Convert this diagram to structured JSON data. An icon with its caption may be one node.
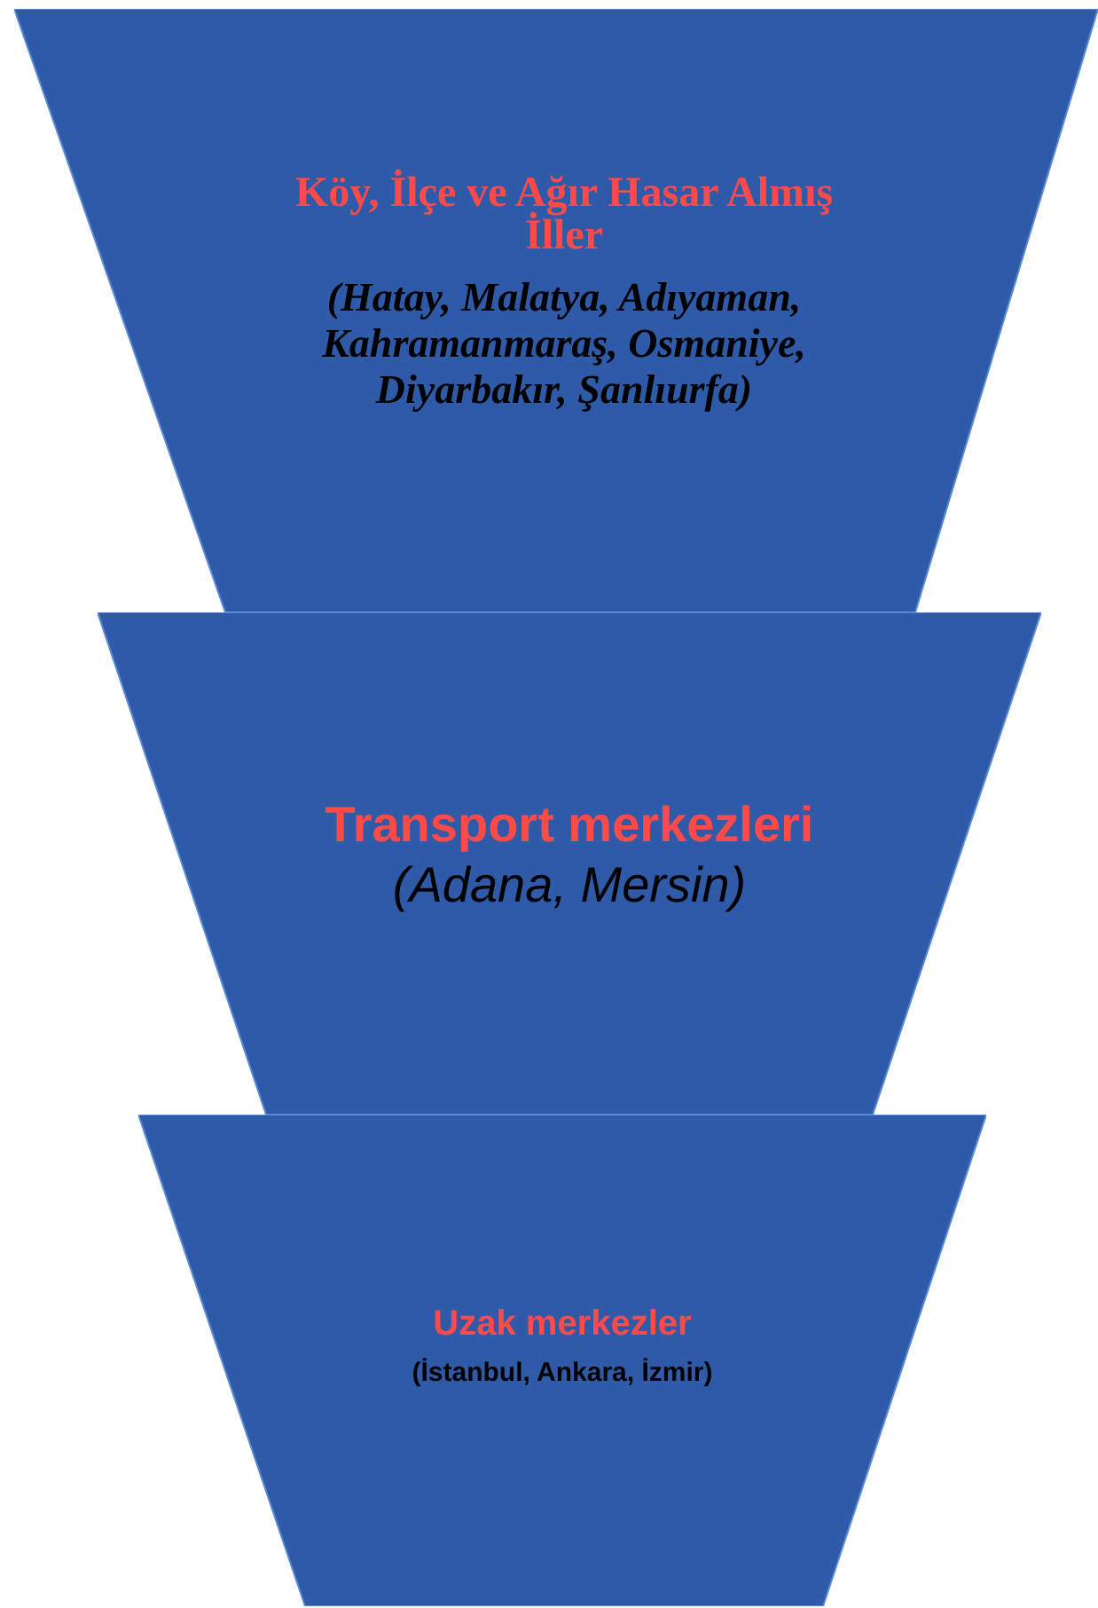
{
  "diagram": {
    "nodes": [
      {
        "text": [
          "Köy, İlçe ve Ağır Hasar Almış İller",
          "(Hatay, Malatya, Adıyaman, Kahramanmaraş, Osmaniye, Diyarbakır, Şanlıurfa)"
        ]
      },
      {
        "text": [
          "Transport merkezleri",
          "(Adana, Mersin)"
        ]
      },
      {
        "text": [
          "Uzak merkezler",
          "(İstanbul, Ankara, İzmir)"
        ]
      }
    ]
  }
}
